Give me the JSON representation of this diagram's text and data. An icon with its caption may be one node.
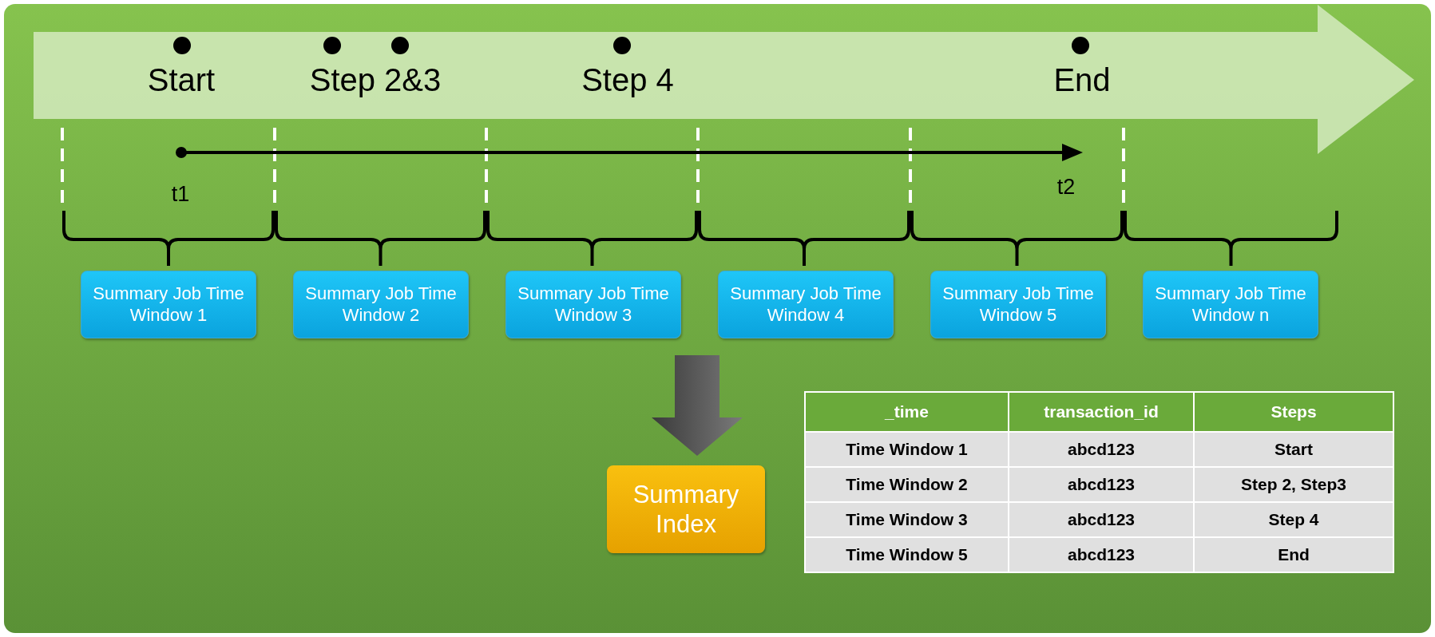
{
  "diagram": {
    "nodes": [
      {
        "text": [
          "Summary Job Time Window 1"
        ]
      },
      {
        "text": [
          "Summary Job Time Window 2"
        ]
      },
      {
        "text": [
          "Summary Job Time Window 3"
        ]
      },
      {
        "text": [
          "Summary Job Time Window 4"
        ]
      },
      {
        "text": [
          "Summary Job Time Window 5"
        ]
      },
      {
        "text": [
          "Summary Job Time Window n"
        ]
      },
      {
        "text": [
          "Summary Index"
        ]
      }
    ],
    "edges": [
      {
        "from": null,
        "to": 6,
        "arrow": "to"
      }
    ],
    "labels": [
      "Start",
      "Step 2&3",
      "Step 4",
      "End",
      "t1",
      "t2",
      "_time",
      "transaction_id",
      "Steps",
      "Time Window 1",
      "abcd123",
      "Start",
      "Time Window 2",
      "abcd123",
      "Step 2, Step3",
      "Time Window 3",
      "abcd123",
      "Step 4",
      "Time Window 5",
      "abcd123",
      "End"
    ]
  }
}
